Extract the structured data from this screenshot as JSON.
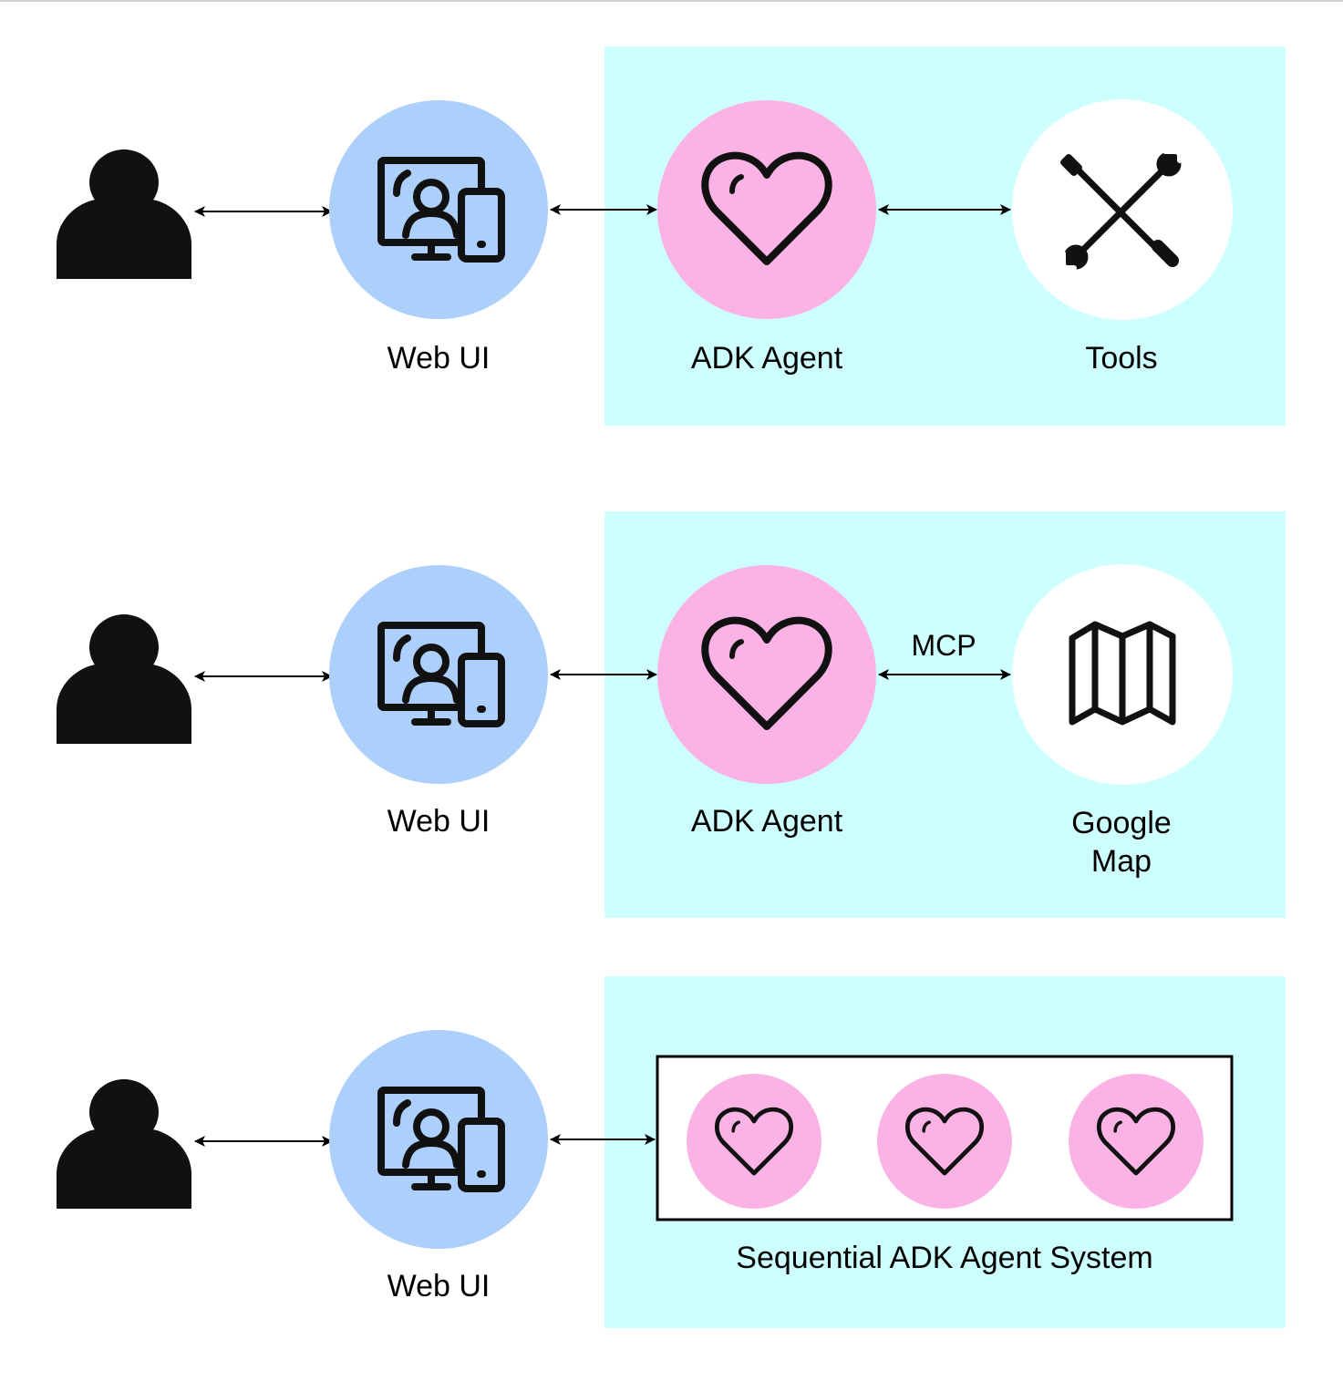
{
  "colors": {
    "panel": "#ccfffe",
    "webui_circle": "#acd0fb",
    "agent_circle": "#fbb3e6",
    "tool_circle": "#ffffff",
    "ink": "#000000"
  },
  "rows": [
    {
      "web_ui_label": "Web UI",
      "agent_label": "ADK Agent",
      "tool_label": "Tools"
    },
    {
      "web_ui_label": "Web UI",
      "agent_label": "ADK Agent",
      "connector_label": "MCP",
      "tool_label_line1": "Google",
      "tool_label_line2": "Map"
    },
    {
      "web_ui_label": "Web UI",
      "system_label": "Sequential ADK Agent System"
    }
  ]
}
